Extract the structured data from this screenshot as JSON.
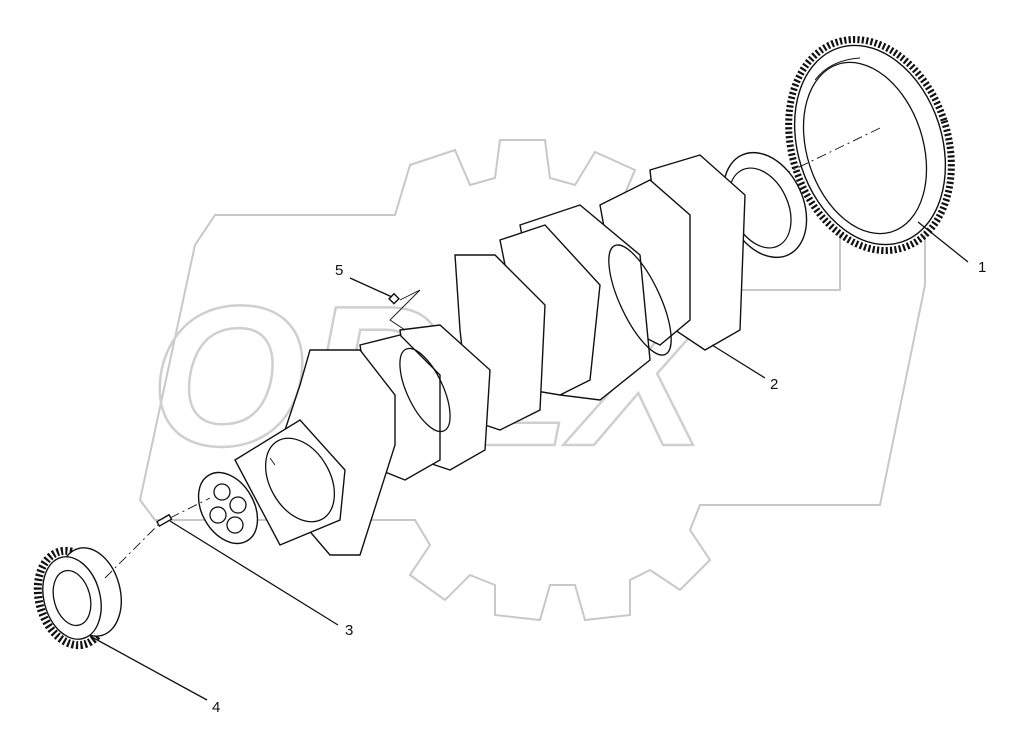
{
  "watermark": {
    "text": "OPEX"
  },
  "callouts": [
    {
      "id": "1",
      "label": "1"
    },
    {
      "id": "2",
      "label": "2"
    },
    {
      "id": "3",
      "label": "3"
    },
    {
      "id": "4",
      "label": "4"
    },
    {
      "id": "5",
      "label": "5"
    }
  ]
}
